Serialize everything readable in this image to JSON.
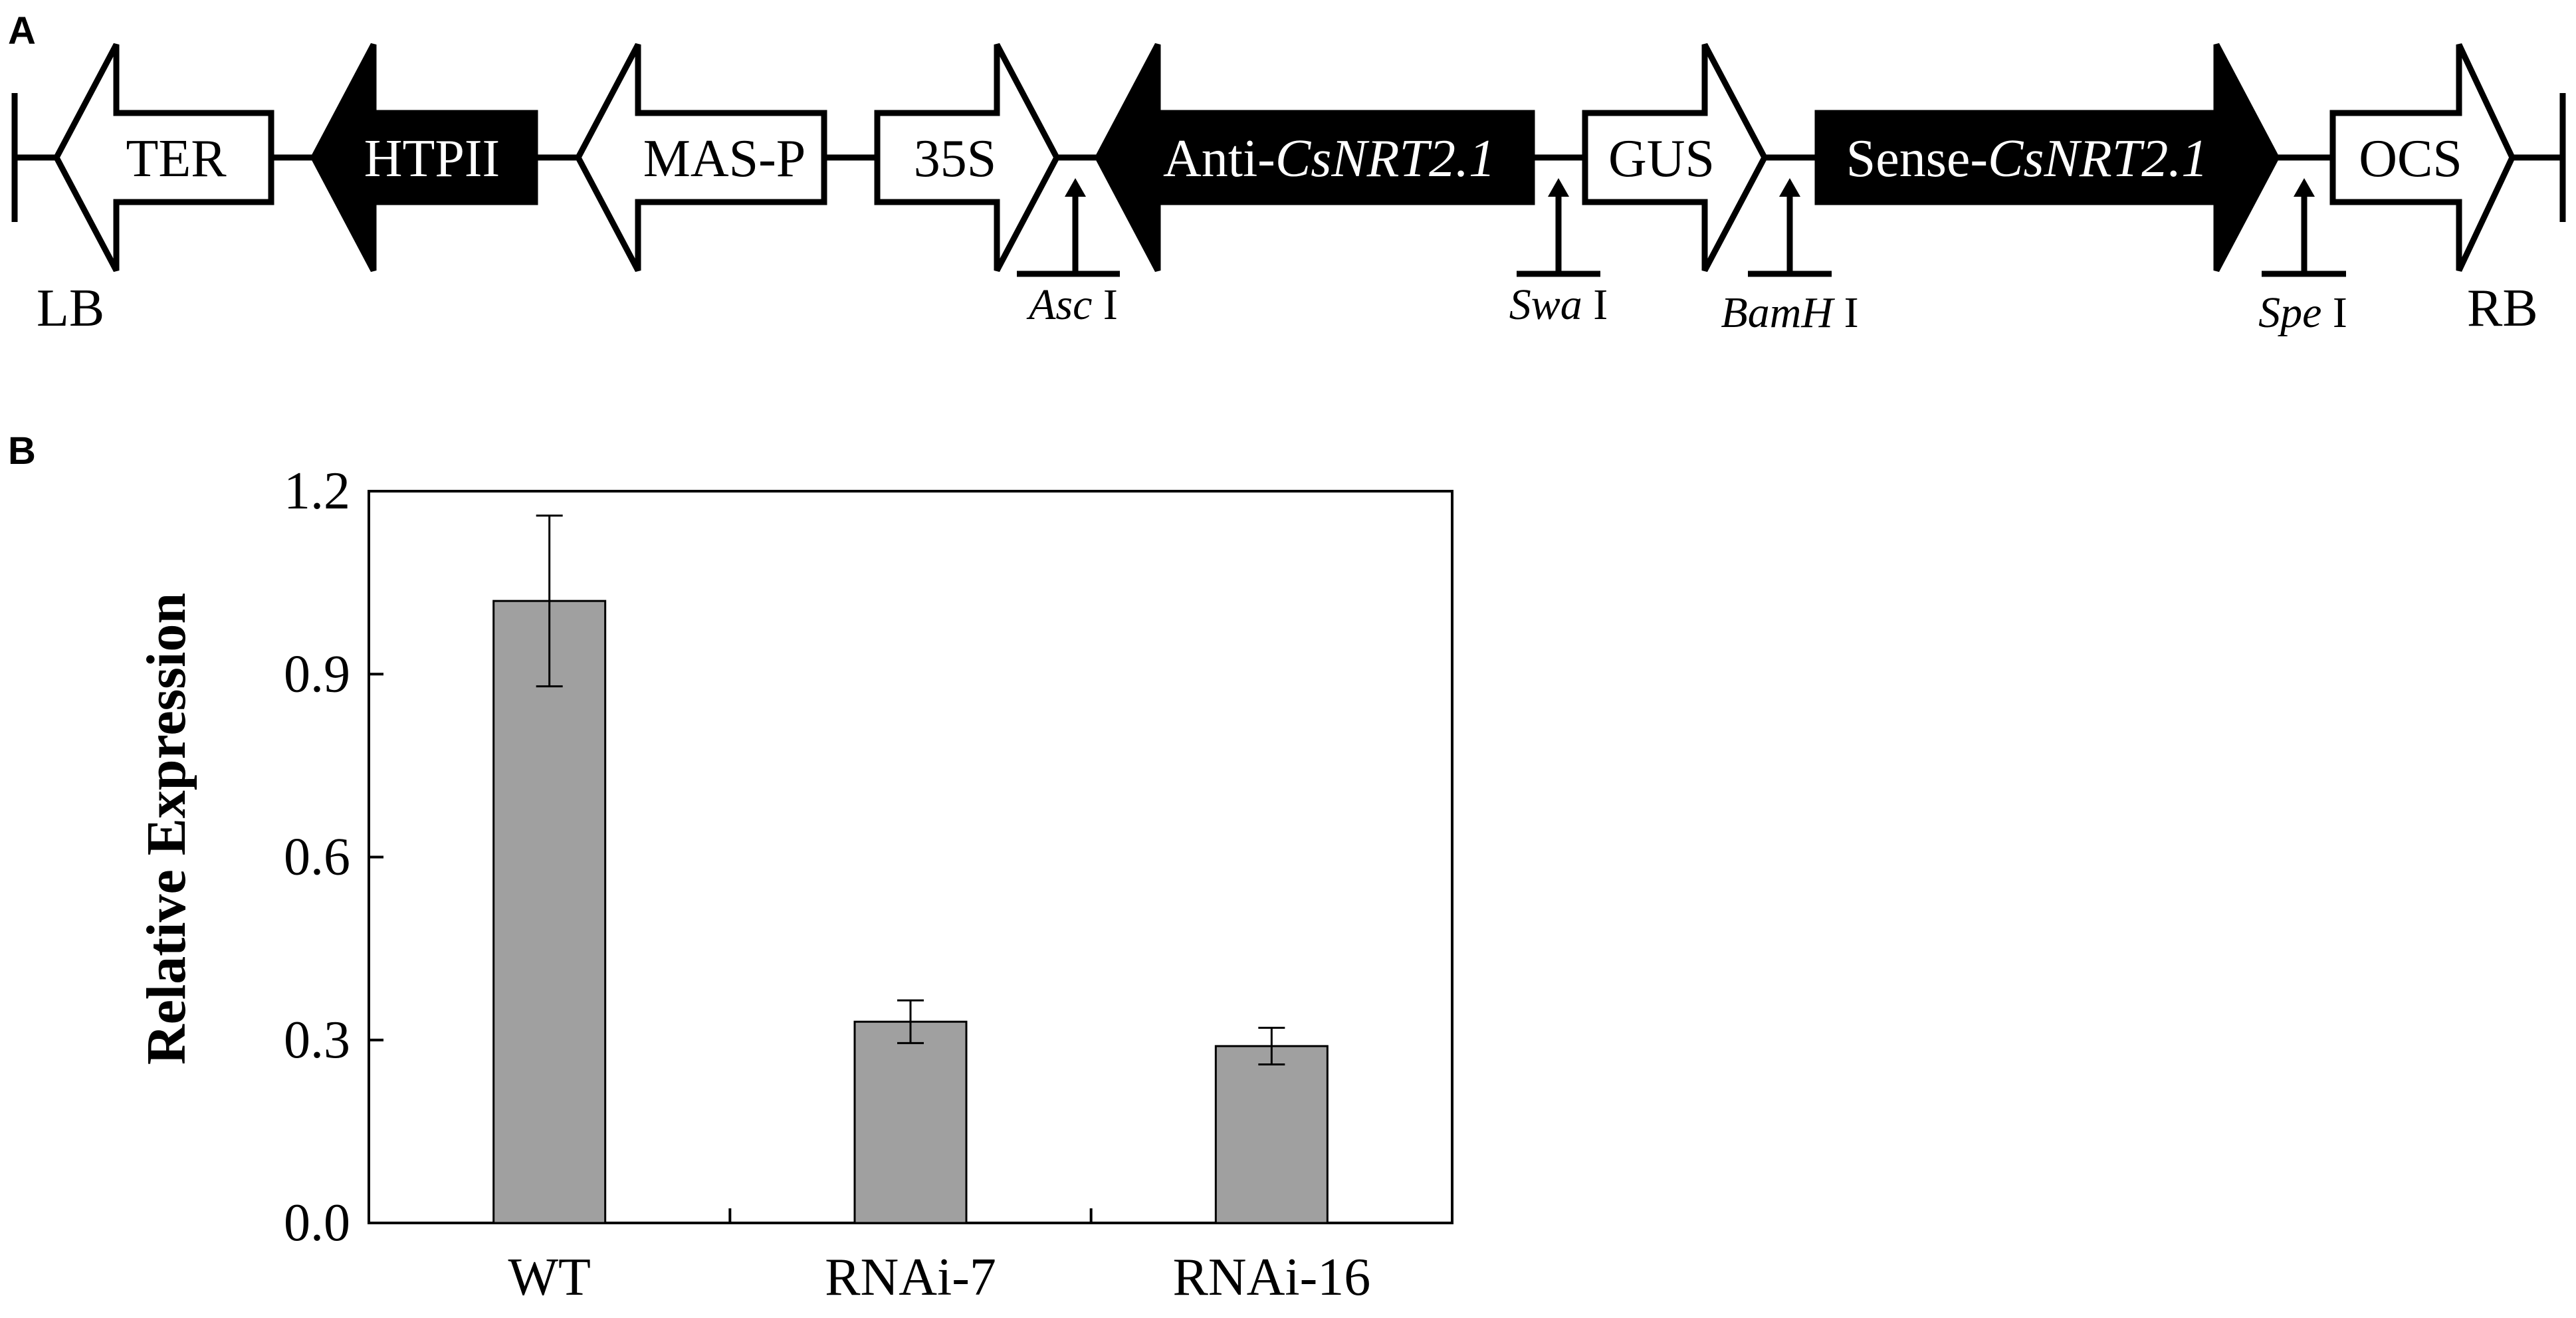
{
  "panel_a": {
    "label": "A",
    "segments": [
      {
        "text": "TER"
      },
      {
        "text": "HTPII"
      },
      {
        "text": "MAS-P"
      },
      {
        "text": "35S"
      },
      {
        "prefix": "Anti-",
        "italic": "CsNRT2.1"
      },
      {
        "text": "GUS"
      },
      {
        "prefix": "Sense-",
        "italic": "CsNRT2.1"
      },
      {
        "text": "OCS"
      }
    ],
    "borders": {
      "left": "LB",
      "right": "RB"
    },
    "sites": [
      {
        "italic": "Asc",
        "suffix": " I"
      },
      {
        "italic": "Swa",
        "suffix": " I"
      },
      {
        "italic": "BamH",
        "suffix": " I"
      },
      {
        "italic": "Spe",
        "suffix": " I"
      }
    ]
  },
  "panel_b": {
    "label": "B"
  },
  "chart_data": {
    "type": "bar",
    "categories": [
      "WT",
      "RNAi-7",
      "RNAi-16"
    ],
    "values": [
      1.02,
      0.33,
      0.29
    ],
    "errors": [
      0.14,
      0.035,
      0.03
    ],
    "ylabel": "Relative Expression",
    "xlabel": "",
    "ylim": [
      0,
      1.2
    ],
    "yticks": [
      "0.0",
      "0.3",
      "0.6",
      "0.9",
      "1.2"
    ],
    "bar_color": "#a0a0a0",
    "grid": false
  }
}
